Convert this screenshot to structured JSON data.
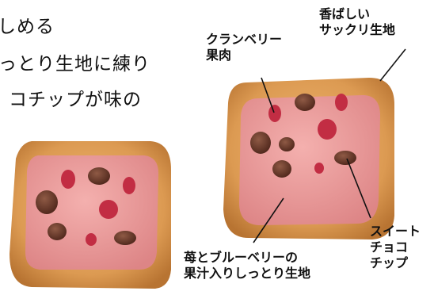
{
  "copy": {
    "line1": "しめる",
    "line2": "っとり生地に練り",
    "line3": "コチップが味の"
  },
  "labels": {
    "cranberry": "クランベリー\n果肉",
    "crust": "香ばしい\nサックリ生地",
    "chip": "スイート\nチョコ\nチップ",
    "dough": "苺とブルーベリーの\n果汁入りしっとり生地"
  },
  "colors": {
    "crust": "#d99a52",
    "filling": "#e99b9b",
    "cranberry": "#c22d43",
    "chocolate": "#6b3a2c"
  }
}
